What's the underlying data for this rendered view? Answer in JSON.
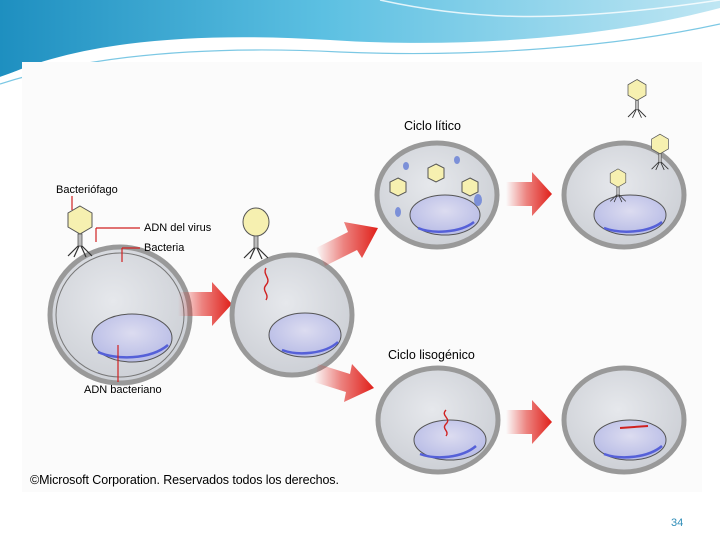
{
  "slide": {
    "page_number": "34",
    "copyright": "©Microsoft Corporation. Reservados todos los derechos."
  },
  "diagram": {
    "labels": {
      "bacteriophage": "Bacteriófago",
      "viral_dna": "ADN del virus",
      "bacterium": "Bacteria",
      "bacterial_dna": "ADN bacteriano"
    },
    "titles": {
      "lytic_cycle": "Ciclo lítico",
      "lysogenic_cycle": "Ciclo lisogénico"
    }
  },
  "colors": {
    "header_wave": "#3aa6cf",
    "cell_membrane": "#a8a8a8",
    "nucleoid": "#8e95e0",
    "arrow": "#e0201a",
    "viral_dna": "#d02020",
    "page_number": "#2e8db8"
  }
}
